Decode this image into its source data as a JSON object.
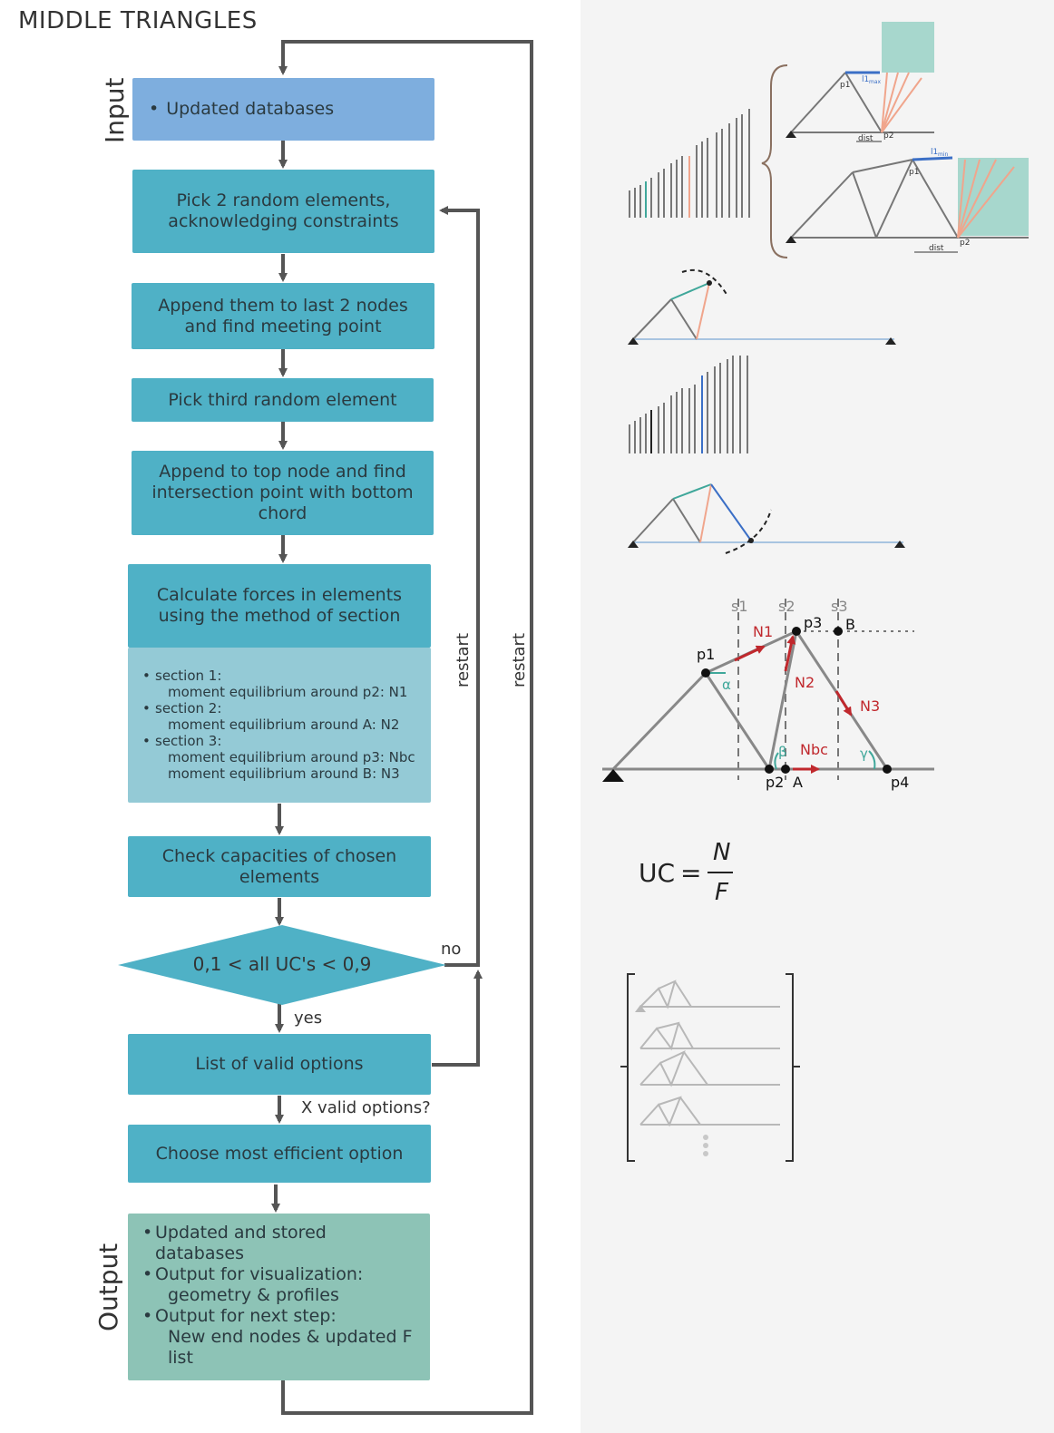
{
  "title": "MIDDLE TRIANGLES",
  "side_labels": {
    "input": "Input",
    "output": "Output"
  },
  "flow": {
    "input_box": "Updated databases",
    "pick_two": "Pick 2 random elements, acknowledging constraints",
    "append_two": "Append them to last 2 nodes and find meeting point",
    "pick_third": "Pick third random element",
    "append_top": "Append to top node and find intersection point with bottom chord",
    "calc_forces": "Calculate forces in elements using the method of section",
    "sections": [
      {
        "head": "section 1:",
        "detail": "moment equilibrium around p2: N1"
      },
      {
        "head": "section 2:",
        "detail": "moment equilibrium around A: N2"
      },
      {
        "head": "section 3:",
        "detail": "moment equilibrium around p3: Nbc",
        "detail2": "moment equilibrium around B: N3"
      }
    ],
    "check_caps": "Check capacities of chosen elements",
    "decision": "0,1 < all UC's < 0,9",
    "valid_list": "List of valid options",
    "choose_best": "Choose most efficient option",
    "output_items": [
      {
        "line1": "Updated and stored",
        "line2": "databases"
      },
      {
        "line1": "Output for visualization:",
        "line2": "geometry & profiles"
      },
      {
        "line1": "Output for next step:",
        "line2": "New end nodes & updated F",
        "line3": "list"
      }
    ]
  },
  "edge_labels": {
    "no": "no",
    "yes": "yes",
    "x_valid": "X valid options?",
    "restart_inner": "restart",
    "restart_outer": "restart"
  },
  "diagram_labels": {
    "sections": [
      "s1",
      "s2",
      "s3"
    ],
    "nodes": [
      "p1",
      "p2",
      "p3",
      "p4",
      "A",
      "B"
    ],
    "forces": [
      "N1",
      "N2",
      "N3",
      "Nbc"
    ],
    "angles": [
      "α",
      "β",
      "γ"
    ],
    "mini": {
      "p1": "p1",
      "p2": "p2",
      "dist": "dist",
      "l1": "l1",
      "l1max": "max",
      "l1min": "min"
    }
  },
  "formula": {
    "lhs": "UC",
    "numerator": "N",
    "denominator": "F"
  },
  "colors": {
    "teal": "#4fb1c6",
    "blue": "#7eaede",
    "light": "#94cad6",
    "green": "#8dc3b6",
    "force_red": "#c0282d",
    "salmon": "#f0a58c",
    "angle_green": "#3fa79a"
  }
}
